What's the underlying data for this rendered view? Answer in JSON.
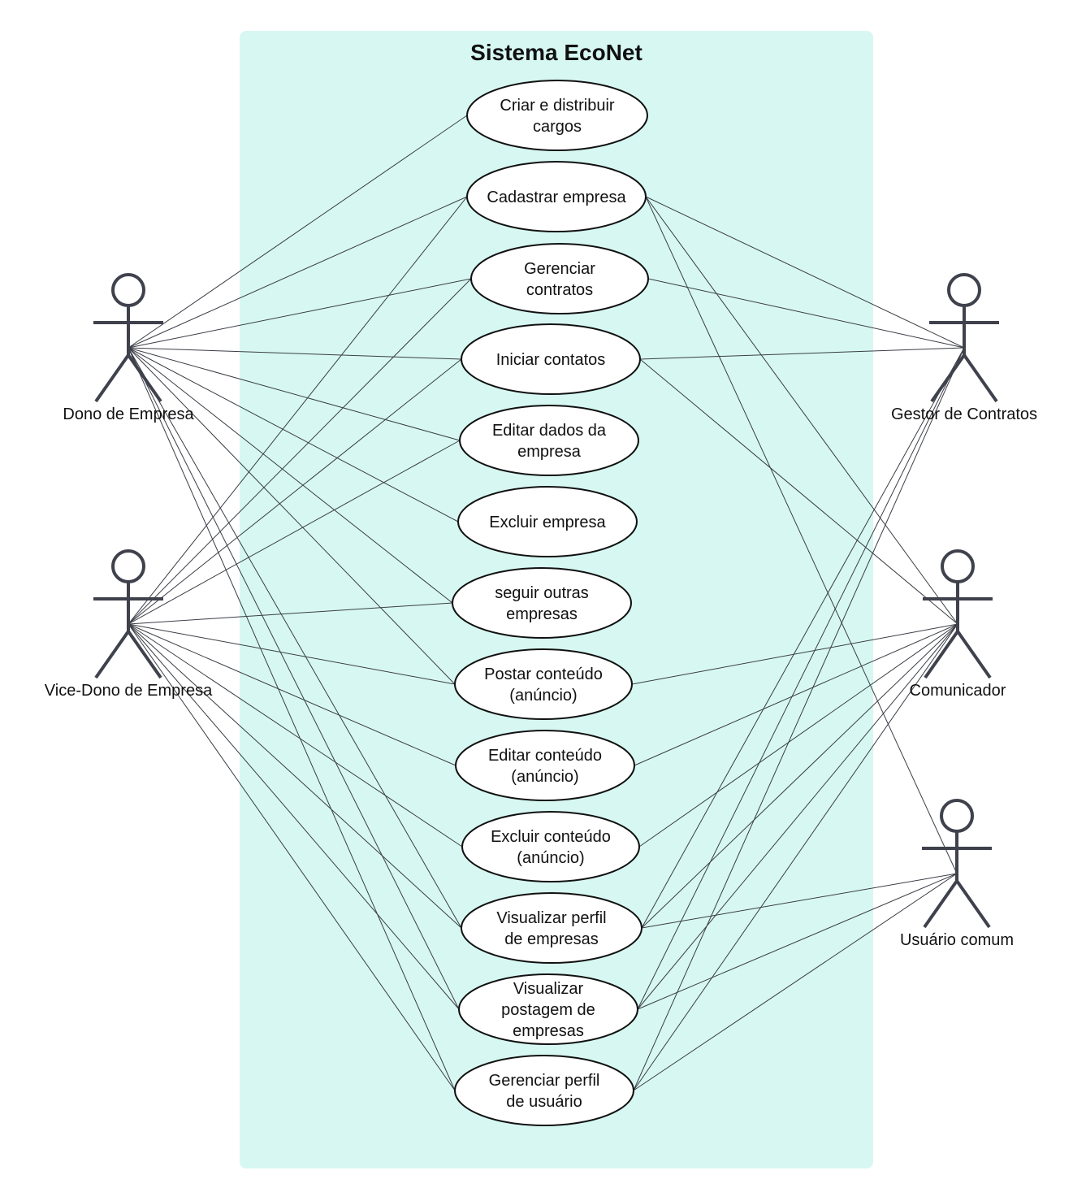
{
  "system": {
    "title": "Sistema EcoNet",
    "background": "#d7f8f2"
  },
  "actors": [
    {
      "id": "dono",
      "name": "Dono de Empresa"
    },
    {
      "id": "vice",
      "name": "Vice-Dono de Empresa"
    },
    {
      "id": "gestor",
      "name": "Gestor de Contratos"
    },
    {
      "id": "comunicador",
      "name": "Comunicador"
    },
    {
      "id": "usuario",
      "name": "Usuário comum"
    }
  ],
  "use_cases": [
    {
      "id": "uc1",
      "lines": [
        "Criar e distribuir",
        "cargos"
      ]
    },
    {
      "id": "uc2",
      "lines": [
        "Cadastrar empresa"
      ]
    },
    {
      "id": "uc3",
      "lines": [
        "Gerenciar",
        "contratos"
      ]
    },
    {
      "id": "uc4",
      "lines": [
        "Iniciar contatos"
      ]
    },
    {
      "id": "uc5",
      "lines": [
        "Editar dados da",
        "empresa"
      ]
    },
    {
      "id": "uc6",
      "lines": [
        "Excluir empresa"
      ]
    },
    {
      "id": "uc7",
      "lines": [
        "seguir outras",
        "empresas"
      ]
    },
    {
      "id": "uc8",
      "lines": [
        "Postar conteúdo",
        "(anúncio)"
      ]
    },
    {
      "id": "uc9",
      "lines": [
        "Editar conteúdo",
        "(anúncio)"
      ]
    },
    {
      "id": "uc10",
      "lines": [
        "Excluir conteúdo",
        "(anúncio)"
      ]
    },
    {
      "id": "uc11",
      "lines": [
        "Visualizar perfil",
        "de empresas"
      ]
    },
    {
      "id": "uc12",
      "lines": [
        "Visualizar",
        "postagem de",
        "empresas"
      ]
    },
    {
      "id": "uc13",
      "lines": [
        "Gerenciar perfil",
        "de usuário"
      ]
    }
  ],
  "associations": [
    [
      "dono",
      "uc1"
    ],
    [
      "dono",
      "uc2"
    ],
    [
      "dono",
      "uc3"
    ],
    [
      "dono",
      "uc4"
    ],
    [
      "dono",
      "uc5"
    ],
    [
      "dono",
      "uc6"
    ],
    [
      "dono",
      "uc7"
    ],
    [
      "dono",
      "uc8"
    ],
    [
      "dono",
      "uc11"
    ],
    [
      "dono",
      "uc12"
    ],
    [
      "dono",
      "uc13"
    ],
    [
      "vice",
      "uc2"
    ],
    [
      "vice",
      "uc3"
    ],
    [
      "vice",
      "uc4"
    ],
    [
      "vice",
      "uc5"
    ],
    [
      "vice",
      "uc7"
    ],
    [
      "vice",
      "uc8"
    ],
    [
      "vice",
      "uc9"
    ],
    [
      "vice",
      "uc10"
    ],
    [
      "vice",
      "uc11"
    ],
    [
      "vice",
      "uc12"
    ],
    [
      "vice",
      "uc13"
    ],
    [
      "gestor",
      "uc2"
    ],
    [
      "gestor",
      "uc3"
    ],
    [
      "gestor",
      "uc4"
    ],
    [
      "gestor",
      "uc11"
    ],
    [
      "gestor",
      "uc12"
    ],
    [
      "gestor",
      "uc13"
    ],
    [
      "comunicador",
      "uc2"
    ],
    [
      "comunicador",
      "uc4"
    ],
    [
      "comunicador",
      "uc8"
    ],
    [
      "comunicador",
      "uc9"
    ],
    [
      "comunicador",
      "uc10"
    ],
    [
      "comunicador",
      "uc11"
    ],
    [
      "comunicador",
      "uc12"
    ],
    [
      "comunicador",
      "uc13"
    ],
    [
      "usuario",
      "uc2"
    ],
    [
      "usuario",
      "uc11"
    ],
    [
      "usuario",
      "uc12"
    ],
    [
      "usuario",
      "uc13"
    ]
  ]
}
